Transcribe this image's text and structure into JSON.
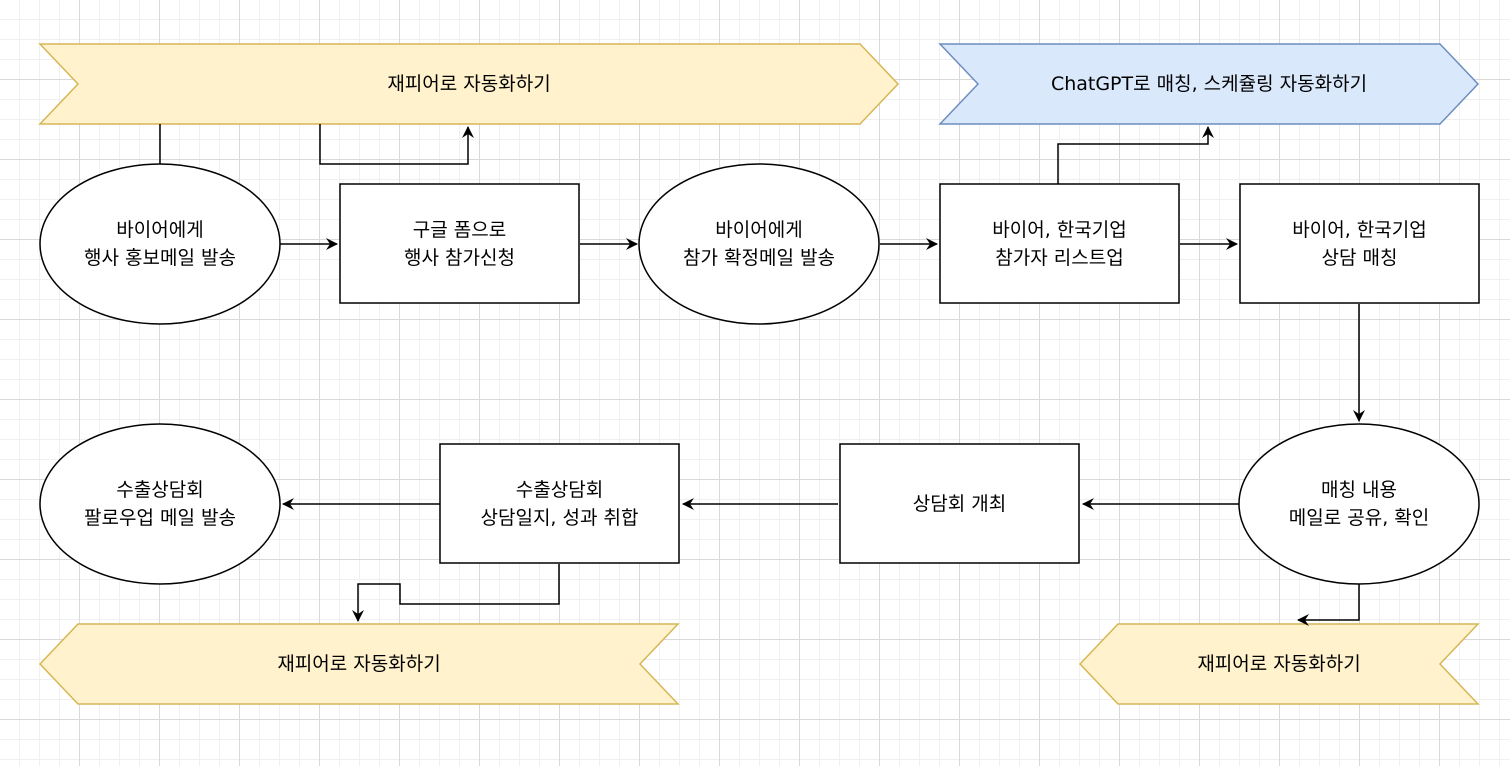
{
  "diagram": {
    "colors": {
      "zapier_fill": "#fff2cc",
      "zapier_stroke": "#d6b656",
      "chatgpt_fill": "#dae8fc",
      "chatgpt_stroke": "#6c8ebf",
      "node_fill": "#ffffff",
      "node_stroke": "#000000",
      "edge": "#000000"
    },
    "nodes": {
      "zapier_top": "재피어로 자동화하기",
      "chatgpt_top": "ChatGPT로 매칭, 스케쥴링 자동화하기",
      "buyer_promo_email": "바이어에게\n행사 홍보메일 발송",
      "google_form": "구글 폼으로\n행사 참가신청",
      "buyer_confirm_email": "바이어에게\n참가 확정메일 발송",
      "participant_list": "바이어, 한국기업\n참가자 리스트업",
      "matching": "바이어, 한국기업\n상담 매칭",
      "matching_email": "매칭 내용\n메일로 공유, 확인",
      "meeting_held": "상담회 개최",
      "meeting_log": "수출상담회\n상담일지, 성과 취합",
      "followup_email": "수출상담회\n팔로우업 메일 발송",
      "zapier_bottom_left": "재피어로 자동화하기",
      "zapier_bottom_right": "재피어로 자동화하기"
    }
  }
}
